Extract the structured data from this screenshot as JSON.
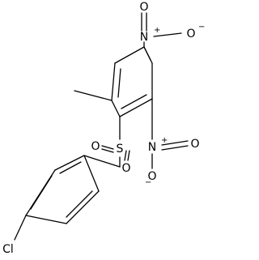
{
  "molecule": {
    "atoms": {
      "nitro_top_n": "N",
      "nitro_top_n_charge": "+",
      "nitro_top_o_double": "O",
      "nitro_top_o_single": "O",
      "nitro_top_o_charge": "−",
      "nitro_mid_n": "N",
      "nitro_mid_n_charge": "+",
      "nitro_mid_o_double": "O",
      "nitro_mid_o_single": "O",
      "nitro_mid_o_charge": "−",
      "sulfur": "S",
      "sulfonyl_o_upper": "O",
      "sulfonyl_o_lower": "O",
      "chlorine": "Cl"
    }
  }
}
